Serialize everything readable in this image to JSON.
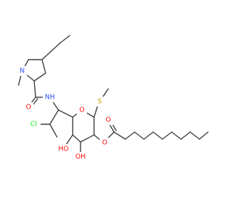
{
  "molecule": {
    "atoms": {
      "n_ring": {
        "text": "N",
        "color": "#3050f8"
      },
      "methyl_n": {
        "text": "CH3-implicit",
        "color": "#3d3d3d"
      },
      "o_amide": {
        "text": "O",
        "color": "#ff0d0d"
      },
      "n_amide": {
        "text": "NH",
        "color": "#3050f8"
      },
      "cl": {
        "text": "Cl",
        "color": "#1ff01f"
      },
      "o_ring": {
        "text": "O",
        "color": "#ff0d0d"
      },
      "s": {
        "text": "S",
        "color": "#c6a300"
      },
      "oh_left": {
        "text": "HO",
        "color": "#ff0d0d"
      },
      "oh_right": {
        "text": "OH",
        "color": "#ff0d0d"
      },
      "o_ester": {
        "text": "O",
        "color": "#ff0d0d"
      },
      "o_carbonyl": {
        "text": "O",
        "color": "#ff0d0d"
      }
    },
    "bond_color": "#3d3d3d"
  }
}
